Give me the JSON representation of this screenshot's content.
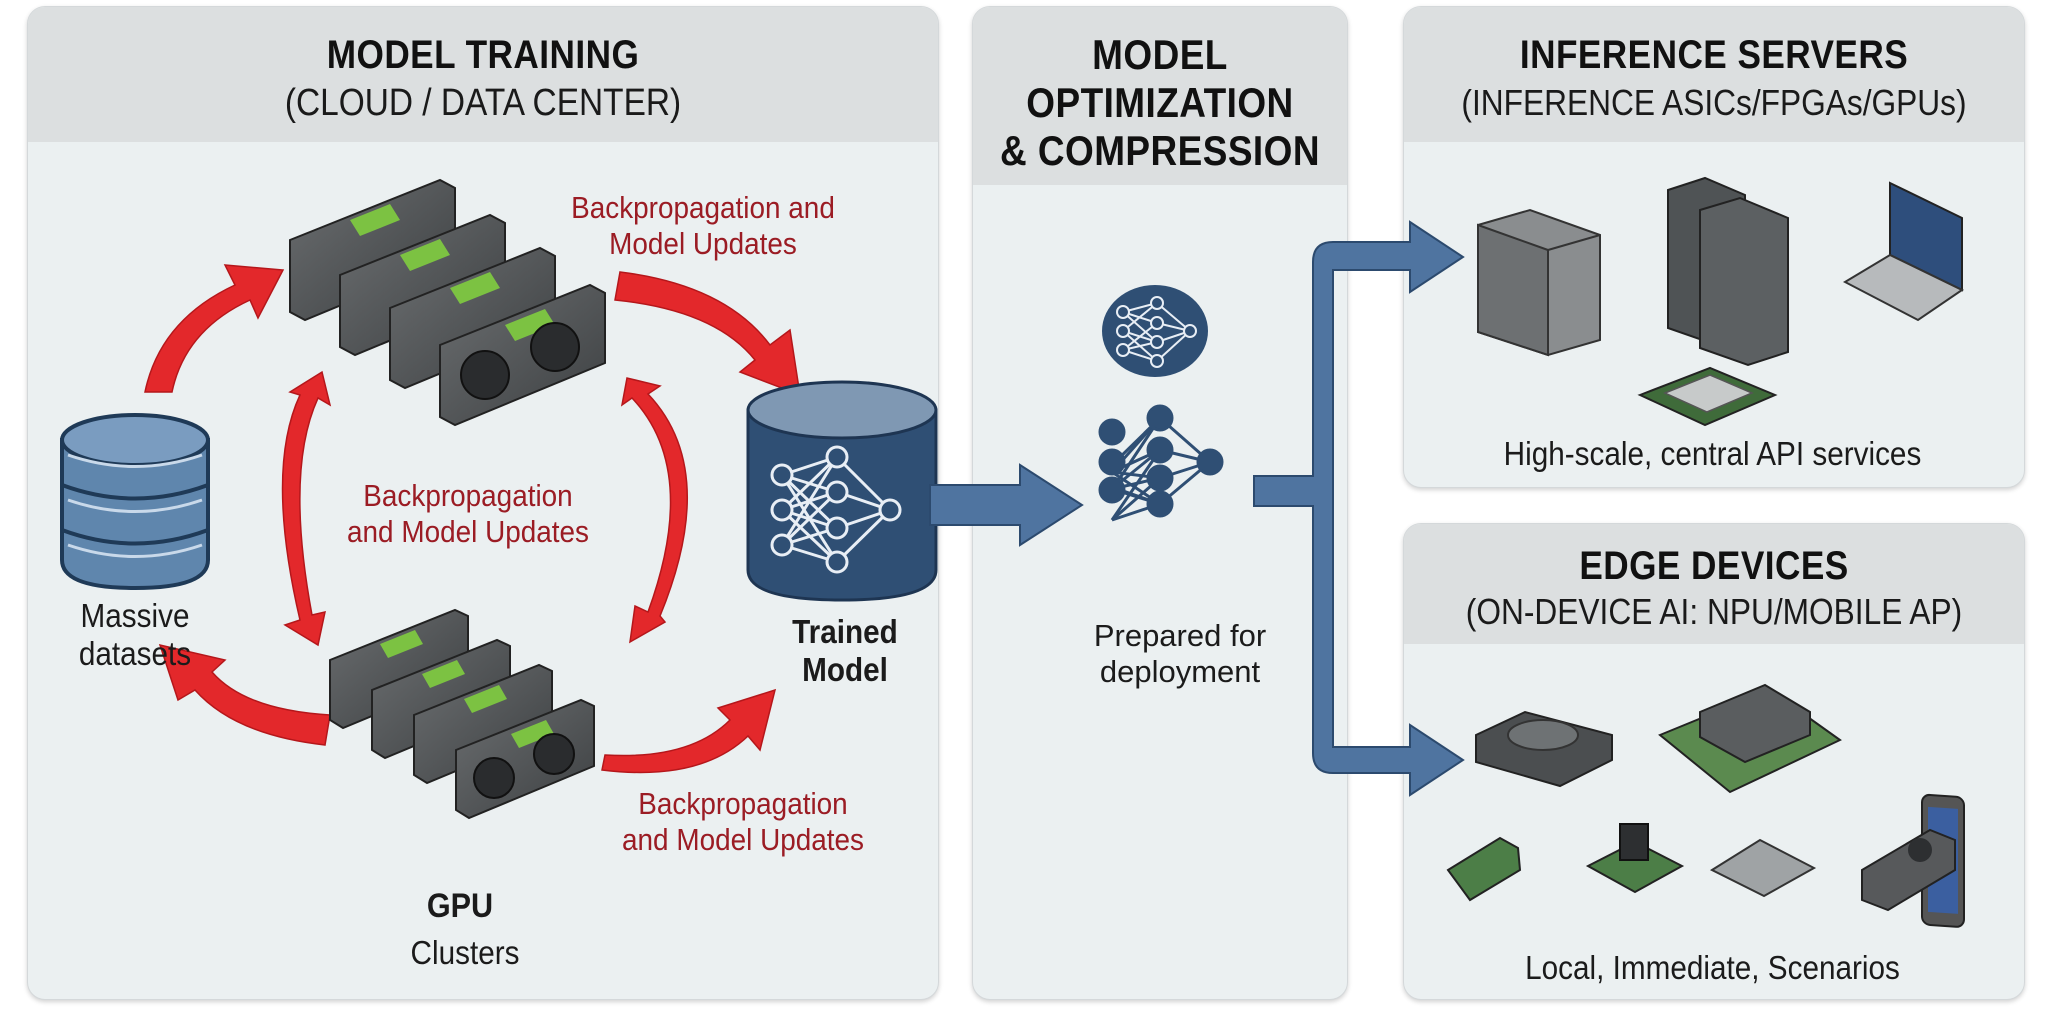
{
  "panels": {
    "training": {
      "title": "MODEL TRAINING",
      "subtitle": "(CLOUD / DATA CENTER)",
      "datasets_label_1": "Massive",
      "datasets_label_2": "datasets",
      "trained_label_1": "Trained",
      "trained_label_2": "Model",
      "gpu_label": "GPU",
      "clusters_label": "Clusters",
      "loop_label_top_1": "Backpropagation and",
      "loop_label_top_2": "Model Updates",
      "loop_label_center_1": "Backpropagation",
      "loop_label_center_2": "and Model Updates",
      "loop_label_bottom_1": "Backpropagation",
      "loop_label_bottom_2": "and Model Updates"
    },
    "optimization": {
      "title_1": "MODEL",
      "title_2": "OPTIMIZATION",
      "title_3": "& COMPRESSION",
      "caption_1": "Prepared for",
      "caption_2": "deployment"
    },
    "inference": {
      "title": "INFERENCE SERVERS",
      "subtitle": "(INFERENCE ASICs/FPGAs/GPUs)",
      "caption": "High-scale, central API services",
      "devices": [
        "rack-server",
        "server-towers",
        "laptop",
        "asic-chip"
      ]
    },
    "edge": {
      "title": "EDGE DEVICES",
      "subtitle": "(ON-DEVICE AI: NPU/MOBILE AP)",
      "caption": "Local, Immediate, Scenarios",
      "devices": [
        "npu-module",
        "dev-board",
        "smartphone",
        "m2-card",
        "camera-module",
        "soc-chip",
        "low-profile-gpu"
      ]
    }
  },
  "colors": {
    "arrow_red": "#e3282b",
    "label_red": "#9b1c24",
    "flow_blue": "#4f74a0",
    "model_navy": "#2f4f74",
    "gpu_green": "#7cc242",
    "panel_header": "#dcdfe0",
    "panel_body": "#ebf0f1"
  }
}
